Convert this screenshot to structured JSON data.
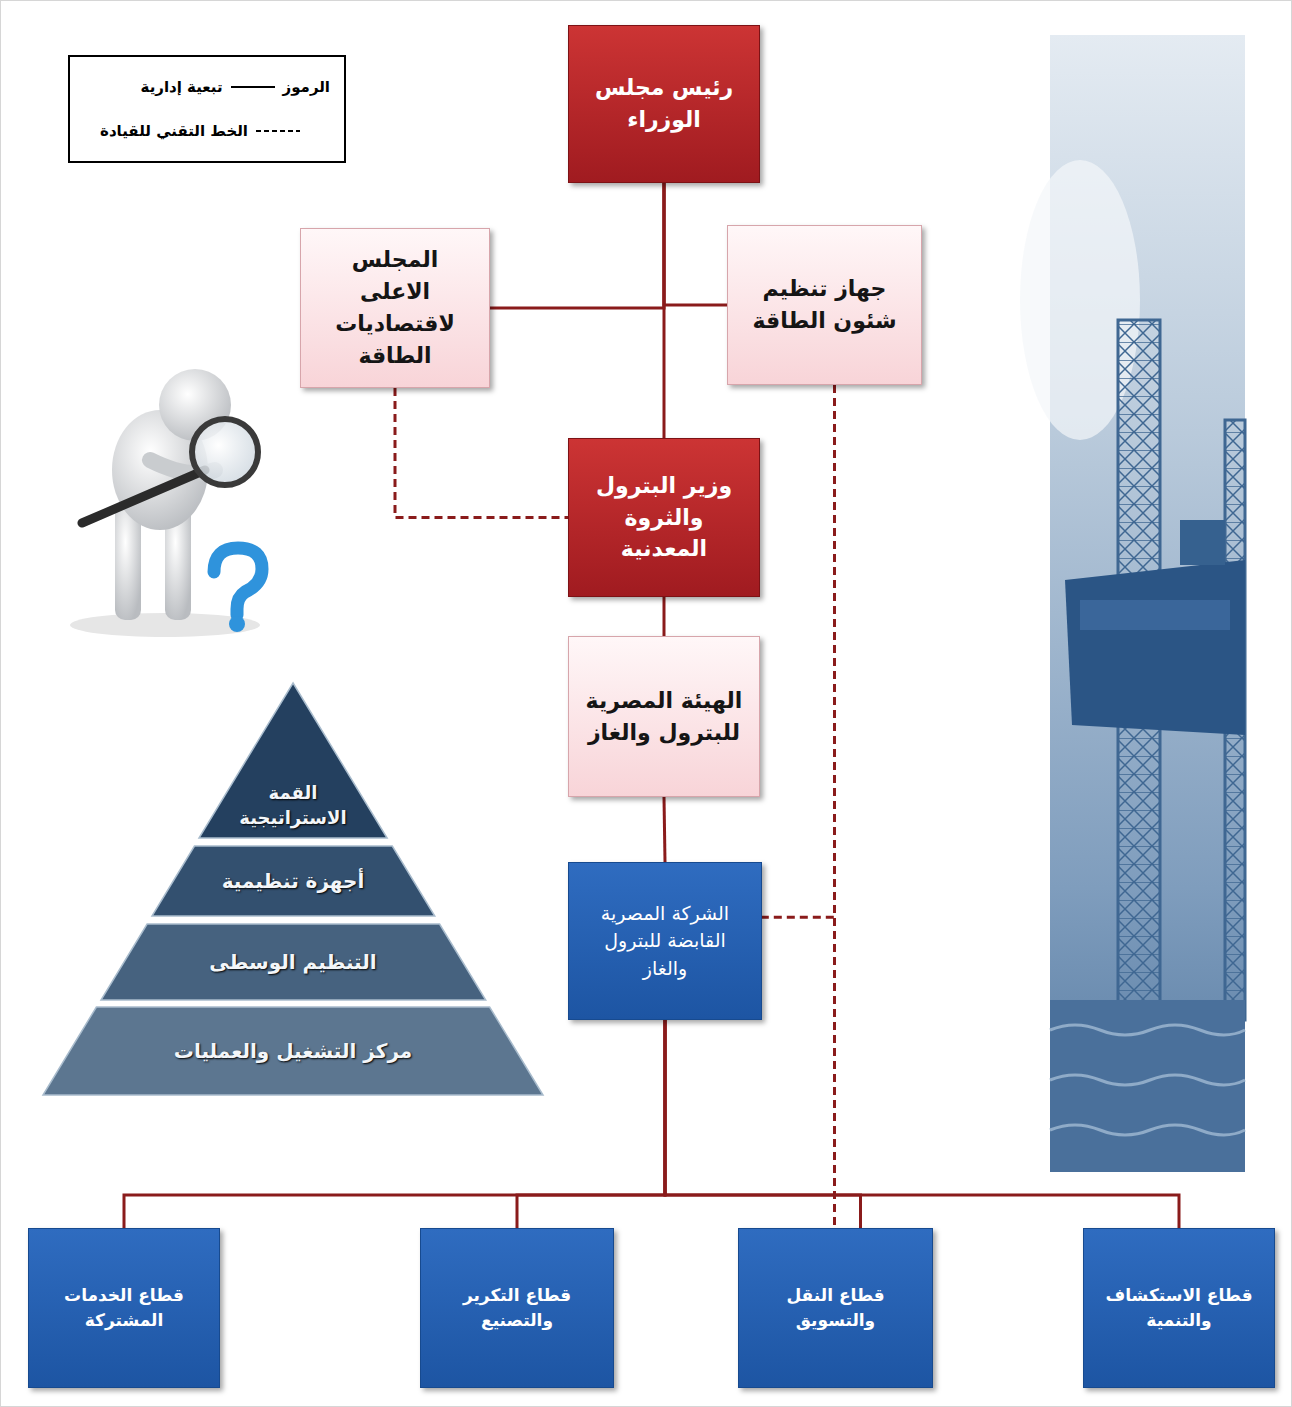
{
  "diagram": {
    "nodes": [
      {
        "text": [
          "رئيس مجلس الوزراء"
        ]
      },
      {
        "text": [
          "جهاز تنظيم شئون الطاقة"
        ]
      },
      {
        "text": [
          "المجلس الاعلى لاقتصاديات الطاقة"
        ]
      },
      {
        "text": [
          "وزير البترول والثروة المعدنية"
        ]
      },
      {
        "text": [
          "الهيئة المصرية للبترول والغاز"
        ]
      },
      {
        "text": [
          "الشركة المصرية القابضة للبترول والغاز"
        ]
      },
      {
        "text": [
          "قطاع الاستكشاف والتنمية"
        ]
      },
      {
        "text": [
          "قطاع النقل والتسويق"
        ]
      },
      {
        "text": [
          "قطاع التكرير والتصنيع"
        ]
      },
      {
        "text": [
          "قطاع الخدمات المشتركة"
        ]
      },
      {
        "text": [
          "القمة الاستراتيجية"
        ]
      },
      {
        "text": [
          "أجهزة تنظيمية"
        ]
      },
      {
        "text": [
          "التنظيم الوسطى"
        ]
      },
      {
        "text": [
          "مركز التشغيل والعمليات"
        ]
      }
    ],
    "edges": [
      {
        "from": 0,
        "to": 1,
        "arrow": "none"
      },
      {
        "from": 0,
        "to": 2,
        "arrow": "none"
      },
      {
        "from": 0,
        "to": 3,
        "arrow": "none"
      },
      {
        "from": 2,
        "to": 3,
        "arrow": "none"
      },
      {
        "from": 3,
        "to": 4,
        "arrow": "none"
      },
      {
        "from": 4,
        "to": 5,
        "arrow": "none"
      },
      {
        "from": 5,
        "to": 6,
        "arrow": "none"
      },
      {
        "from": 5,
        "to": 7,
        "arrow": "none"
      },
      {
        "from": 5,
        "to": 8,
        "arrow": "none"
      },
      {
        "from": 5,
        "to": 9,
        "arrow": "none"
      },
      {
        "from": 1,
        "to": 5,
        "arrow": "none"
      },
      {
        "from": 1,
        "to": 7,
        "arrow": "none"
      }
    ],
    "labels": [
      "الرموز"
    ],
    "legend": [
      {
        "text": "تبعية إدارية"
      },
      {
        "text": "الخط التقني للقيادة"
      }
    ]
  }
}
